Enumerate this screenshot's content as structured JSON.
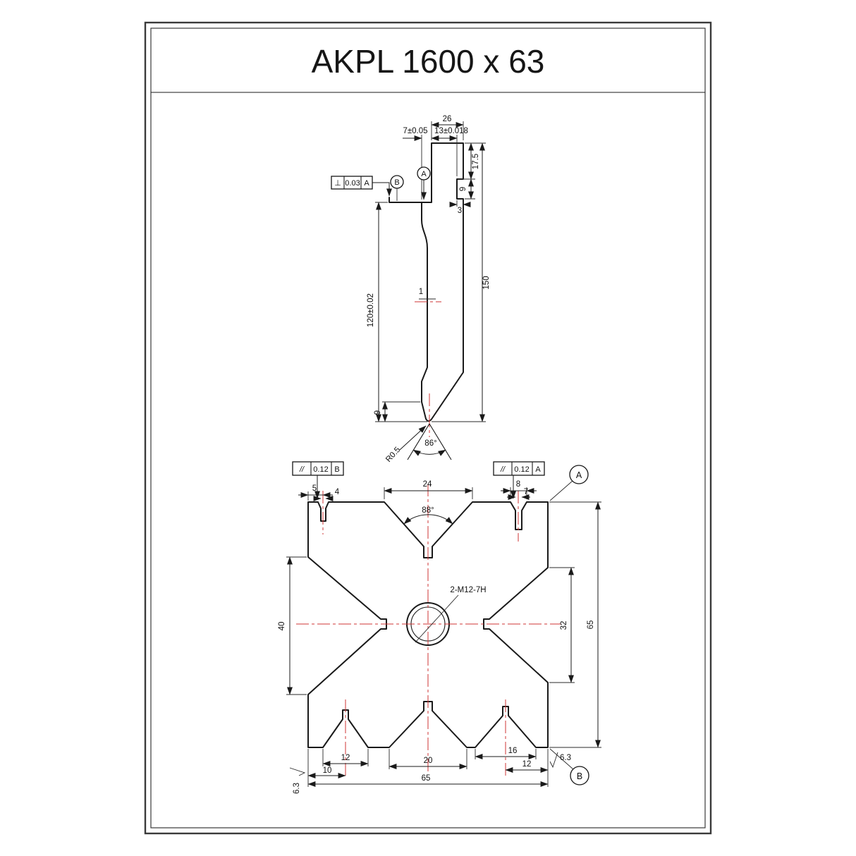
{
  "title": "AKPL 1600 x 63",
  "colors": {
    "line": "#1a1a1a",
    "centerline": "#cf3434",
    "background": "#ffffff"
  },
  "punch": {
    "dim_top_total": "26",
    "dim_top_left": "7±0.05",
    "dim_tang_width": "13±0.018",
    "dim_tang_height": "17.5",
    "dim_groove_height": "9",
    "dim_groove_depth": "3",
    "dim_total_height": "150",
    "dim_working_height": "120±0.02",
    "dim_face_offset": "1",
    "dim_tip_step": "9",
    "angle_tip": "86°",
    "radius_tip": "R0.5",
    "fcf": {
      "symbol": "⊥",
      "tolerance": "0.03",
      "datum": "A"
    },
    "datum_b": "B",
    "datum_a": "A"
  },
  "die": {
    "fcf_left": {
      "symbol": "//",
      "tolerance": "0.12",
      "datum": "B"
    },
    "fcf_right": {
      "symbol": "//",
      "tolerance": "0.12",
      "datum": "A"
    },
    "datum_a": "A",
    "datum_b": "B",
    "dim_slot_left_width": "5",
    "dim_slot_left_opening": "4",
    "dim_v_top_width": "24",
    "angle_v_top": "88°",
    "dim_slot_right_width": "8",
    "dim_slot_right_opening": "7",
    "dim_left_notch_span": "40",
    "dim_right_notch_span": "32",
    "dim_block_height": "65",
    "thread_note": "2-M12-7H",
    "dim_v_bottom_left_width": "12",
    "dim_v_bottom_left_position": "10",
    "dim_v_bottom_center_width": "20",
    "dim_v_bottom_right_width": "16",
    "dim_v_bottom_right_position": "12",
    "dim_block_width": "65",
    "roughness_right": "6.3",
    "roughness_left": "6.3"
  }
}
